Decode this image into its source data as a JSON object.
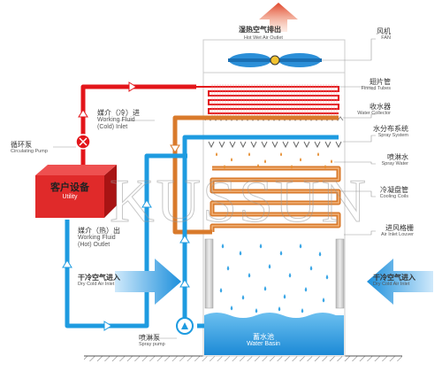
{
  "top": {
    "outlet_cn": "湿热空气排出",
    "outlet_en": "Hot Wet Air Outlet"
  },
  "right_labels": [
    {
      "cn": "风机",
      "en": "FAN"
    },
    {
      "cn": "翅片管",
      "en": "Finned Tubes"
    },
    {
      "cn": "收水器",
      "en": "Water Collector"
    },
    {
      "cn": "水分布系统",
      "en": "Spray System"
    },
    {
      "cn": "喷淋水",
      "en": "Spray Water"
    },
    {
      "cn": "冷凝盘管",
      "en": "Cooling Coils"
    },
    {
      "cn": "进风格栅",
      "en": "Air Inlet Louver"
    }
  ],
  "left_labels": {
    "working_fluid_cold_cn": "媒介（冷）进",
    "working_fluid_cold_en1": "Working Fluid",
    "working_fluid_cold_en2": "(Cold) Inlet",
    "pump_cn": "循环泵",
    "pump_en": "Circulating Pump",
    "utility_cn": "客户设备",
    "utility_en": "Utility",
    "working_fluid_hot_cn": "媒介（热）出",
    "working_fluid_hot_en1": "Working Fluid",
    "working_fluid_hot_en2": "(Hot) Outlet",
    "spray_pump_cn": "喷淋泵",
    "spray_pump_en": "Spray pump"
  },
  "air_inlet_left": {
    "cn": "干冷空气进入",
    "en": "Dry Cold Air Inlet"
  },
  "air_inlet_right": {
    "cn": "干冷空气进入",
    "en": "Dry Cold Air Inlet"
  },
  "basin": {
    "cn": "蓄水池",
    "en": "Water Basin"
  },
  "watermark": "KUSSUN",
  "colors": {
    "hot": "#e3151a",
    "cold": "#1e9be0",
    "coil": "#d97a2b",
    "basin": "#3aa6e6",
    "utility": "#e02a2a"
  }
}
